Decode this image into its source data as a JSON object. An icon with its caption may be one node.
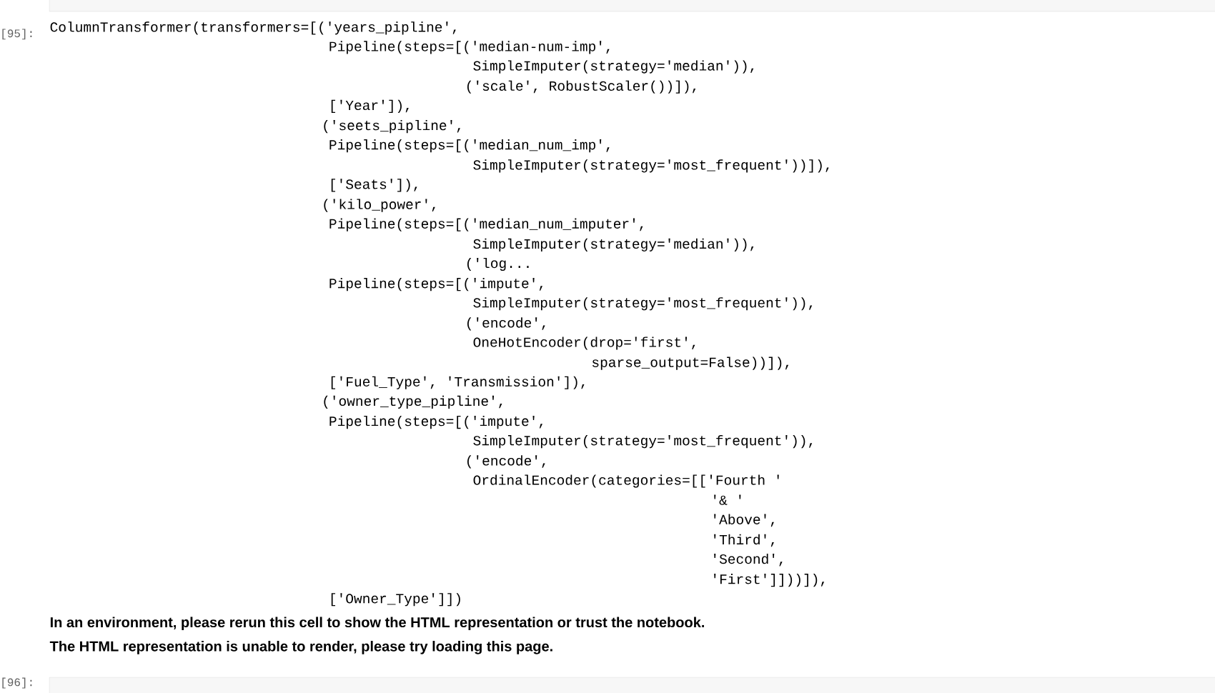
{
  "diagram": {
    "labels": [
      "[95]:",
      "ColumnTransformer(transformers=[('years_pipline',",
      "Pipeline(steps=[('median-num-imp',",
      "SimpleImputer(strategy='median')),",
      "('scale', RobustScaler())]),",
      "['Year']),",
      "('seets_pipline',",
      "Pipeline(steps=[('median_num_imp',",
      "SimpleImputer(strategy='most_frequent'))]),",
      "['Seats']),",
      "('kilo_power',",
      "Pipeline(steps=[('median_num_imputer',",
      "SimpleImputer(strategy='median')),",
      "('log...",
      "Pipeline(steps=[('impute',",
      "SimpleImputer(strategy='most_frequent')),",
      "('encode',",
      "OneHotEncoder(drop='first',",
      "sparse_output=False))]),",
      "['Fuel_Type', 'Transmission']),",
      "('owner_type_pipline',",
      "Pipeline(steps=[('impute',",
      "SimpleImputer(strategy='most_frequent')),",
      "('encode',",
      "OrdinalEncoder(categories=[['Fourth '",
      "'& '",
      "'Above',",
      "'Third',",
      "'Second',",
      "'First']]))]),",
      "['Owner_Type']])",
      "In an environment, please rerun this cell to show the HTML representation or trust the notebook.",
      "The HTML representation is unable to render, please try loading this page.",
      "[96]:"
    ]
  }
}
